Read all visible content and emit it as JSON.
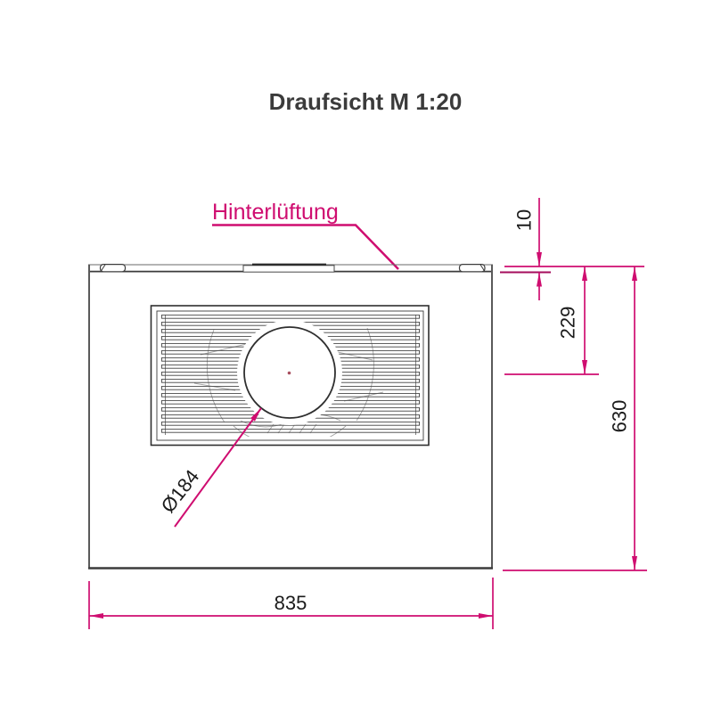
{
  "title": "Draufsicht M 1:20",
  "callouts": {
    "rear_ventilation": "Hinterlüftung",
    "fan_diameter": "Ø184"
  },
  "dimensions": {
    "vent_depth": "10",
    "grille_offset": "229",
    "body_depth": "630",
    "body_width": "835"
  },
  "colors": {
    "dimension_accent": "#cf0d70",
    "dimension_accent_dark": "#a50d5c",
    "drawing_line": "#3c3c3c",
    "title_text": "#3b3b3b",
    "center_mark": "#a84f5f"
  }
}
